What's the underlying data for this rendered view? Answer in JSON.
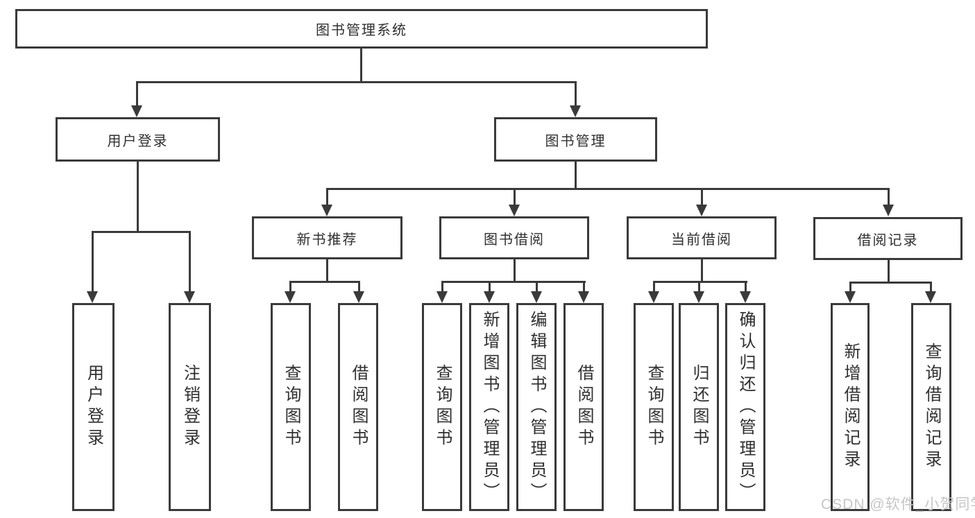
{
  "diagram": {
    "title_node": "图书管理系统",
    "level2": {
      "user_login": "用户登录",
      "book_management": "图书管理"
    },
    "level3": {
      "new_book_recommend": "新书推荐",
      "book_borrow": "图书借阅",
      "current_borrow": "当前借阅",
      "borrow_records": "借阅记录"
    },
    "leaves": {
      "user_login": [
        "用户登录",
        "注销登录"
      ],
      "new_book_recommend": [
        "查询图书",
        "借阅图书"
      ],
      "book_borrow": [
        "查询图书",
        "新增图书（管理员）",
        "编辑图书（管理员）",
        "借阅图书"
      ],
      "current_borrow": [
        "查询图书",
        "归还图书",
        "确认归还（管理员）"
      ],
      "borrow_records": [
        "新增借阅记录",
        "查询借阅记录"
      ]
    },
    "colors": {
      "line": "#3a3a3a",
      "text": "#2f2f2f",
      "watermark": "#c6c6c6"
    },
    "watermark": "CSDN @软件_小贺同学"
  }
}
